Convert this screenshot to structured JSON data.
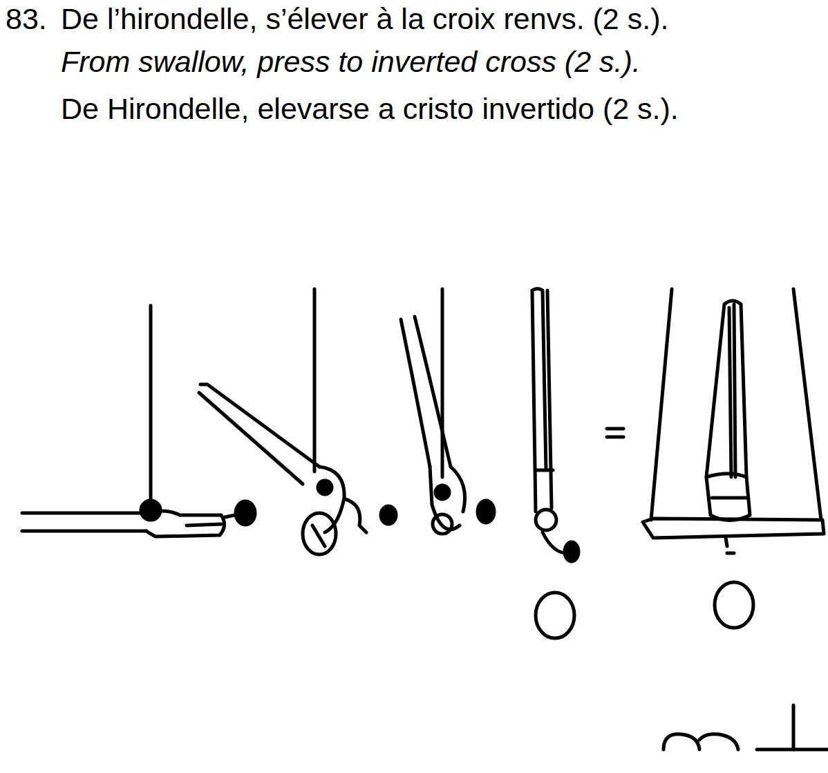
{
  "diagram": {
    "labels": [
      "83.",
      "De l’hirondelle, s’élever à la croix renvs. (2 s.).",
      "From swallow, press to inverted cross (2 s.).",
      "De Hirondelle, elevarse a cristo invertido (2 s.)."
    ]
  }
}
